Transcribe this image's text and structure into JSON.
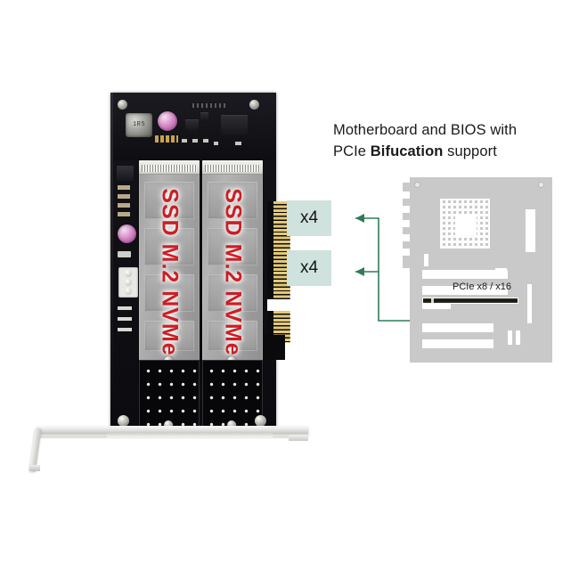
{
  "figure": {
    "background_color": "#ffffff",
    "accent_green": "#2e7d55",
    "box_fill": "#cfe2dd",
    "label_red": "#cb1f24",
    "board_gray": "#c9c9c9"
  },
  "heading": {
    "line1": "Motherboard and BIOS with",
    "line2_prefix": "PCIe ",
    "line2_bold": "Bifucation",
    "line2_suffix": " support"
  },
  "card": {
    "inductor_label": "1R5",
    "modules": [
      {
        "label": "SSD M.2 NVMe"
      },
      {
        "label": "SSD M.2 NVMe"
      }
    ]
  },
  "lanes": [
    {
      "label": "x4"
    },
    {
      "label": "x4"
    }
  ],
  "motherboard": {
    "slot_label": "PCIe x8 / x16"
  }
}
